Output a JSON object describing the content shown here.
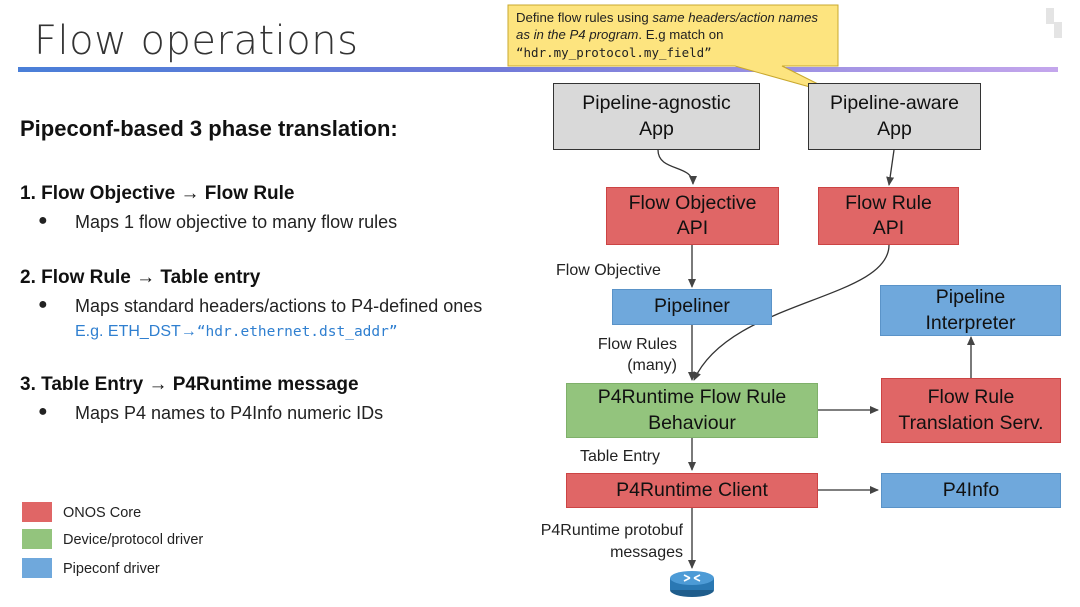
{
  "slide": {
    "title": "Flow operations"
  },
  "left": {
    "heading": "Pipeconf-based 3 phase translation:",
    "steps": [
      {
        "title": "1. Flow Objective → Flow Rule",
        "bullet": "Maps 1 flow objective to many flow rules"
      },
      {
        "title": "2. Flow Rule → Table entry",
        "bullet": "Maps standard headers/actions to P4-defined ones",
        "example_prefix": "E.g. ETH_DST→",
        "example_code": "“hdr.ethernet.dst_addr”"
      },
      {
        "title": "3. Table Entry →  P4Runtime message",
        "bullet": "Maps P4 names to P4Info numeric IDs"
      }
    ],
    "bullet_symbol": "●"
  },
  "legend": [
    {
      "label": "ONOS Core",
      "color": "#e06666"
    },
    {
      "label": "Device/protocol driver",
      "color": "#93c47d"
    },
    {
      "label": "Pipeconf driver",
      "color": "#6fa8dc"
    }
  ],
  "callout": {
    "text_a": "Define flow rules using ",
    "text_italic": "same headers/action names as in the P4 program",
    "text_b": ". E.g match on",
    "code": "“hdr.my_protocol.my_field”"
  },
  "diagram": {
    "boxes": {
      "pipeline_agnostic_app": {
        "line1": "Pipeline-agnostic",
        "line2": "App"
      },
      "pipeline_aware_app": {
        "line1": "Pipeline-aware",
        "line2": "App"
      },
      "flow_objective_api": {
        "line1": "Flow Objective",
        "line2": "API"
      },
      "flow_rule_api": {
        "line1": "Flow Rule",
        "line2": "API"
      },
      "pipeliner": {
        "line1": "Pipeliner"
      },
      "pipeline_interpreter": {
        "line1": "Pipeline",
        "line2": "Interpreter"
      },
      "p4runtime_flow_rule_behaviour": {
        "line1": "P4Runtime Flow Rule",
        "line2": "Behaviour"
      },
      "flow_rule_translation_serv": {
        "line1": "Flow Rule",
        "line2": "Translation Serv."
      },
      "p4runtime_client": {
        "line1": "P4Runtime Client"
      },
      "p4info": {
        "line1": "P4Info"
      }
    },
    "labels": {
      "flow_objective": "Flow Objective",
      "flow_rules_1": "Flow Rules",
      "flow_rules_2": "(many)",
      "table_entry": "Table Entry",
      "protobuf_1": "P4Runtime protobuf",
      "protobuf_2": "messages"
    },
    "colors": {
      "core": "#e06666",
      "driver": "#93c47d",
      "pipeconf": "#6fa8dc",
      "app": "#d9d9d9",
      "callout": "#fde47f"
    }
  }
}
